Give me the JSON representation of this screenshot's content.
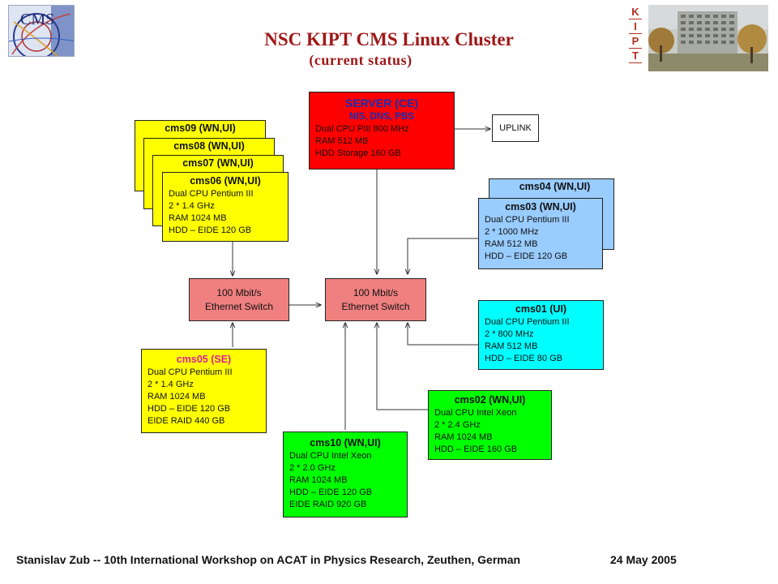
{
  "title": "NSC KIPT CMS Linux Cluster",
  "subtitle": "(current status)",
  "logo_text": "CMS",
  "kipt_letters": [
    "K",
    "I",
    "P",
    "T"
  ],
  "server": {
    "name": "SERVER (CE)",
    "services": "NIS, DNS, PBS",
    "lines": [
      "Dual CPU PIII 800 MHz",
      "RAM 512 MB",
      "HDD Storage 160 GB"
    ]
  },
  "uplink": "UPLINK",
  "switch_left": {
    "line1": "100 Mbit/s",
    "line2": "Ethernet Switch"
  },
  "switch_right": {
    "line1": "100 Mbit/s",
    "line2": "Ethernet Switch"
  },
  "nodes": {
    "cms09": {
      "name": "cms09 (WN,UI)"
    },
    "cms08": {
      "name": "cms08 (WN,UI)"
    },
    "cms07": {
      "name": "cms07 (WN,UI)"
    },
    "cms06": {
      "name": "cms06 (WN,UI)",
      "lines": [
        "Dual CPU Pentium III",
        "2 * 1.4 GHz",
        "RAM 1024 MB",
        "HDD – EIDE 120 GB"
      ]
    },
    "cms04": {
      "name": "cms04 (WN,UI)"
    },
    "cms03": {
      "name": "cms03 (WN,UI)",
      "lines": [
        "Dual CPU Pentium III",
        "2 * 1000 MHz",
        "RAM 512 MB",
        "HDD – EIDE 120 GB"
      ]
    },
    "cms01": {
      "name": "cms01 (UI)",
      "lines": [
        "Dual CPU Pentium III",
        "2 * 800 MHz",
        "RAM 512 MB",
        "HDD – EIDE 80 GB"
      ]
    },
    "cms05": {
      "name": "cms05 (SE)",
      "lines": [
        "Dual CPU Pentium III",
        "2 * 1.4 GHz",
        "RAM 1024 MB",
        "HDD – EIDE 120 GB",
        "EIDE RAID 440 GB"
      ]
    },
    "cms02": {
      "name": "cms02 (WN,UI)",
      "lines": [
        "Dual CPU Intel Xeon",
        "2 * 2.4 GHz",
        "RAM 1024 MB",
        "HDD – EIDE 160 GB"
      ]
    },
    "cms10": {
      "name": "cms10 (WN,UI)",
      "lines": [
        "Dual CPU Intel Xeon",
        "2 * 2.0 GHz",
        "RAM 1024 MB",
        "HDD – EIDE 120 GB",
        "EIDE RAID 920 GB"
      ]
    }
  },
  "footer": {
    "text": "Stanislav Zub -- 10th International Workshop on ACAT in Physics Research, Zeuthen, German",
    "date": "24 May 2005"
  }
}
